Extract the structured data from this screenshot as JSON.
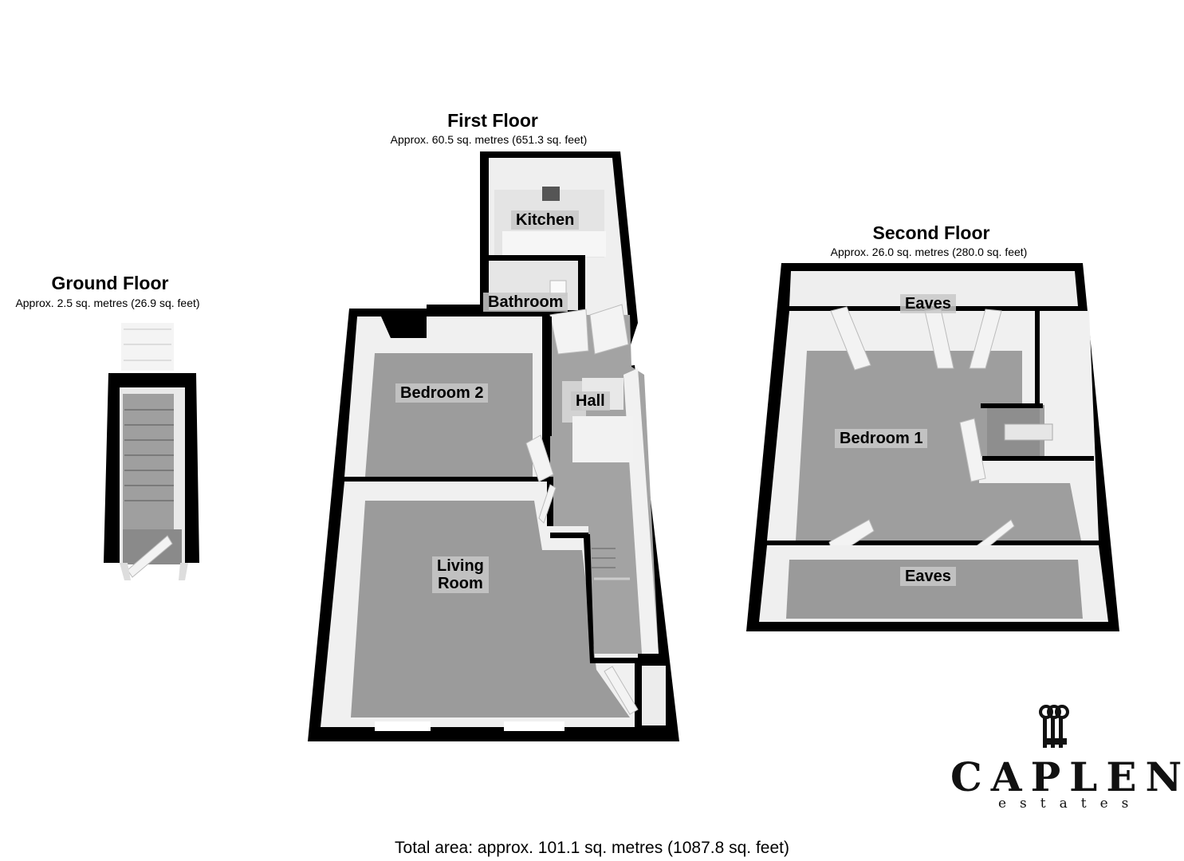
{
  "floors": [
    {
      "id": "ground",
      "title": "Ground Floor",
      "area": "Approx. 2.5 sq. metres (26.9 sq. feet)"
    },
    {
      "id": "first",
      "title": "First Floor",
      "area": "Approx. 60.5 sq. metres (651.3 sq. feet)"
    },
    {
      "id": "second",
      "title": "Second Floor",
      "area": "Approx. 26.0 sq. metres (280.0 sq. feet)"
    }
  ],
  "rooms": {
    "kitchen": "Kitchen",
    "bathroom": "Bathroom",
    "bedroom2": "Bedroom 2",
    "hall": "Hall",
    "living_line1": "Living",
    "living_line2": "Room",
    "eaves_top": "Eaves",
    "bedroom1": "Bedroom 1",
    "eaves_bottom": "Eaves"
  },
  "total_area": "Total area: approx. 101.1 sq. metres (1087.8 sq. feet)",
  "logo": {
    "name": "CAPLEN",
    "sub": "estates",
    "icon": "keys-icon"
  },
  "colors": {
    "wall": "#000000",
    "floor": "#9a9a9a",
    "inner_wall": "#f2f2f2",
    "label_bg": "#c8c8c8"
  }
}
